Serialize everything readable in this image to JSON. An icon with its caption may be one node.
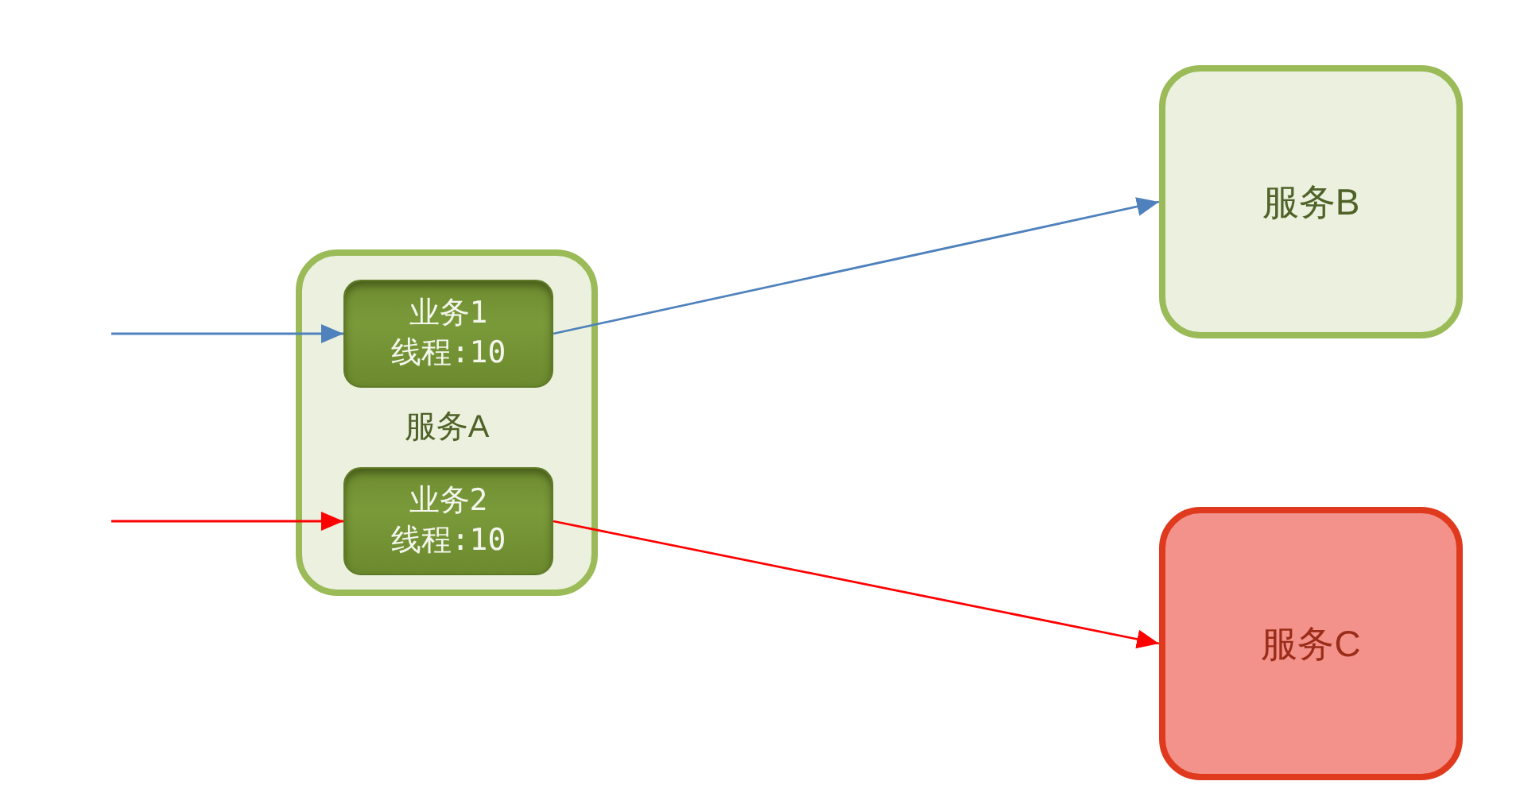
{
  "diagram": {
    "nodes": [
      {
        "text": [
          "服务A"
        ]
      },
      {
        "text": [
          "业务1",
          "线程:10"
        ],
        "in": 0
      },
      {
        "text": [
          "业务2",
          "线程:10"
        ],
        "in": 0
      },
      {
        "text": [
          "服务B"
        ]
      },
      {
        "text": [
          "服务C"
        ]
      }
    ],
    "edges": [
      {
        "from": null,
        "to": 1,
        "arrow": "to",
        "color": "#4f81bd"
      },
      {
        "from": 1,
        "to": 3,
        "arrow": "to",
        "color": "#4f81bd"
      },
      {
        "from": null,
        "to": 2,
        "arrow": "to",
        "color": "#ff0000"
      },
      {
        "from": 2,
        "to": 4,
        "arrow": "to",
        "color": "#ff0000"
      }
    ]
  }
}
